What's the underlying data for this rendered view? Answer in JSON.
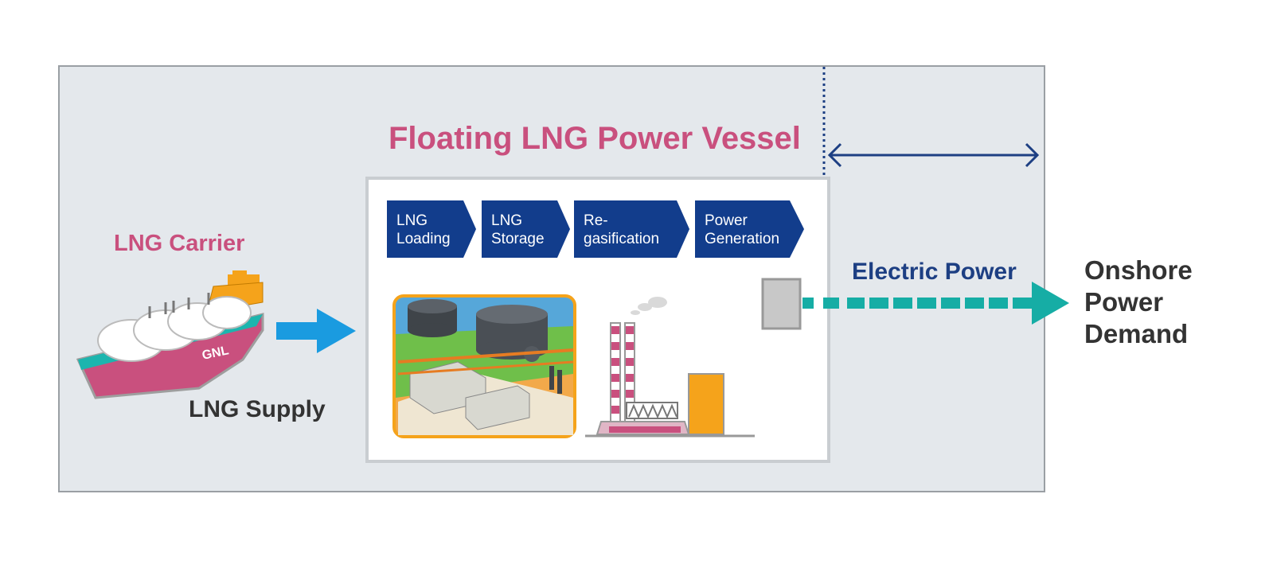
{
  "title": "Floating LNG Power Vessel",
  "carrier": {
    "label": "LNG Carrier",
    "hull_text": "GNL"
  },
  "supply_label": "LNG Supply",
  "electric_label": "Electric Power",
  "demand": {
    "line1": "Onshore",
    "line2": "Power",
    "line3": "Demand"
  },
  "steps": [
    {
      "line1": "LNG",
      "line2": "Loading"
    },
    {
      "line1": "LNG",
      "line2": "Storage"
    },
    {
      "line1": "Re-",
      "line2": "gasification"
    },
    {
      "line1": "Power",
      "line2": "Generation"
    }
  ],
  "colors": {
    "accent_pink": "#c9507e",
    "step_navy": "#123d8c",
    "electric_teal": "#16ada5",
    "supply_blue": "#1a9be0",
    "demand_text": "#333333"
  }
}
